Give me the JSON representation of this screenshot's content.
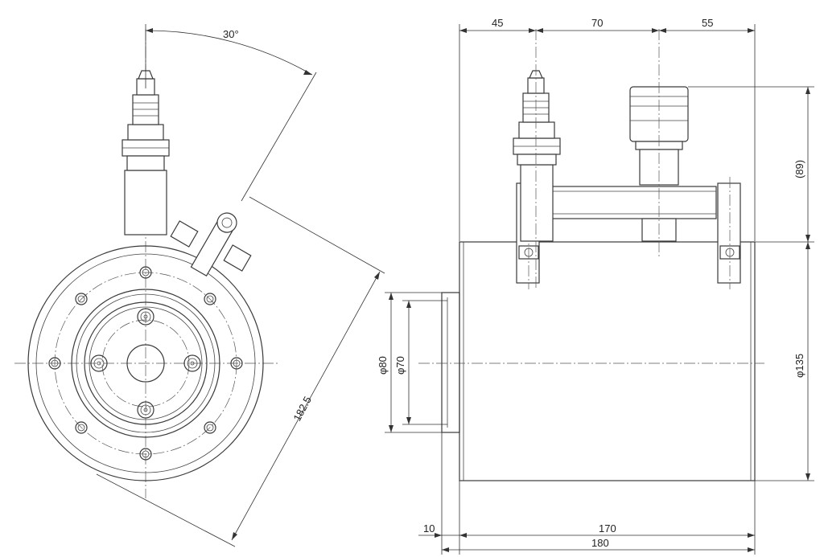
{
  "drawing": {
    "left_view": {
      "angle_label": "30°",
      "radius_label": "182.5"
    },
    "right_view": {
      "top_dims": [
        "45",
        "70",
        "55"
      ],
      "height_label": "(89)",
      "diameter_outer_label": "φ135",
      "boss_outer_label": "φ80",
      "boss_inner_label": "φ70",
      "bottom_offset_label": "10",
      "bottom_body_label": "170",
      "bottom_total_label": "180"
    }
  }
}
